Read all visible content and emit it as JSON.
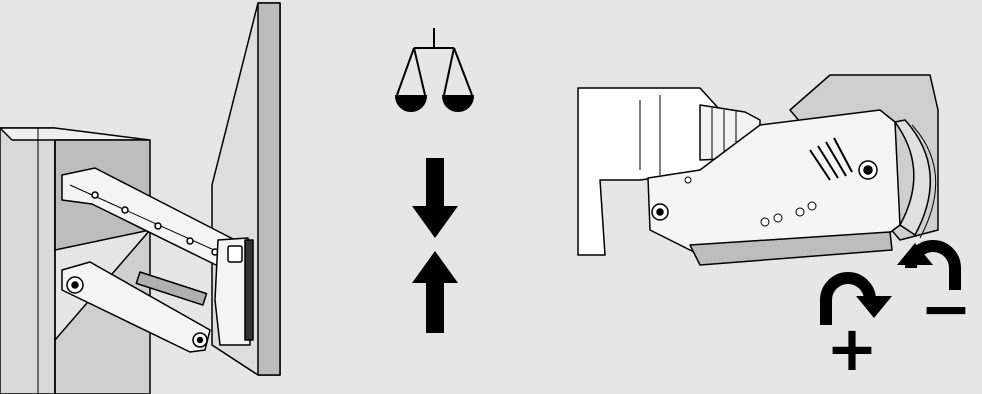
{
  "diagram": {
    "panels": [
      {
        "id": "lift-mechanism",
        "description_icon": "cabinet-lift-arm-illustration"
      },
      {
        "id": "balance-adjust",
        "description_icon": "balance-scale-icon"
      },
      {
        "id": "drill-adjust",
        "description_icon": "drill-adjustment-illustration"
      }
    ],
    "symbols": {
      "plus": "+",
      "minus": "−"
    },
    "colors": {
      "background": "#e6e6e6",
      "line": "#000000",
      "fill_light": "#f2f2f2",
      "fill_mid": "#c8c8c8",
      "fill_dark": "#9a9a9a"
    }
  }
}
